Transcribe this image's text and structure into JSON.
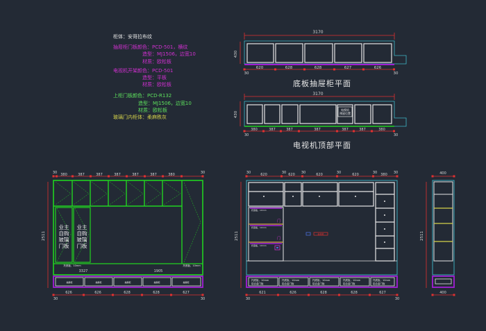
{
  "notes": {
    "heading": "柜体：安哥拉布纹",
    "drawer_color": "抽屉柜门板颜色：PCD-501，横纹",
    "drawer_shape": "造型：MJ1506，边宽10",
    "drawer_material": "材质：欧松板",
    "tv_color": "电视机开架颜色：PCD-501",
    "tv_shape": "造型：平板",
    "tv_material": "材质：欧松板",
    "upper_color": "上柜门板颜色：PCD-R132",
    "upper_shape": "造型：MJ1506，边宽10",
    "upper_material": "材质：欧松板",
    "glass": "玻璃门内柜体：柔麻秩灰"
  },
  "titles": {
    "bottom_plan": "底板抽屉柜平面",
    "tv_top_plan": "电视机顶部平面"
  },
  "dims": {
    "total_top": "3170",
    "total_tv": "3170",
    "depth_small": "430",
    "left_height": "2511",
    "mid_height": "2511",
    "right_depth": "400",
    "bottom_plan": [
      "620",
      "628",
      "628",
      "627",
      "626"
    ],
    "tv_plan": [
      "380",
      "387",
      "387",
      "387",
      "387",
      "387",
      "380"
    ],
    "left_top": [
      "30",
      "380",
      "387",
      "387",
      "387",
      "387",
      "387",
      "380",
      "30"
    ],
    "left_bottom": [
      "626",
      "626",
      "628",
      "628",
      "627"
    ],
    "left_span_a": "3327",
    "left_span_b": "1905",
    "mid_top": [
      "30",
      "620",
      "30",
      "620",
      "30",
      "620",
      "30",
      "620",
      "30",
      "380",
      "30"
    ],
    "mid_bottom": [
      "621",
      "626",
      "628",
      "628",
      "627",
      "30"
    ],
    "ends": "30",
    "right_bottom": "400"
  },
  "labels": {
    "glass_door_1": [
      "业主",
      "自购",
      "玻璃",
      "门板"
    ],
    "glass_door_2": [
      "业主",
      "自购",
      "玻璃",
      "门板"
    ],
    "drawer_text": "抽屉柜",
    "tv_box": [
      "电视机",
      "预留位置"
    ],
    "drawer_notes": [
      "托底板，10mm",
      "托底板，10mm",
      "托底板，10mm",
      "托底板，10mm",
      "托底板，10mm"
    ],
    "drawer_notes_b": [
      "铝合金门板",
      "铝合金门板",
      "铝合金门板",
      "铝合金门板",
      "铝合金门板"
    ],
    "pink_tag": "门",
    "blue_tag": "□",
    "red_tag": "电视机"
  },
  "colors": {
    "bg": "#232a35",
    "carcass": "#21d321",
    "purple": "#a21fd6",
    "dim": "#e03030",
    "dimtext": "#d8d8d8",
    "white": "#e6e6e6",
    "cyan": "#3fb8c9",
    "yellow": "#d4d24a",
    "magenta": "#d030d0",
    "green_note": "#5de05d",
    "orange": "#d9a34a"
  }
}
